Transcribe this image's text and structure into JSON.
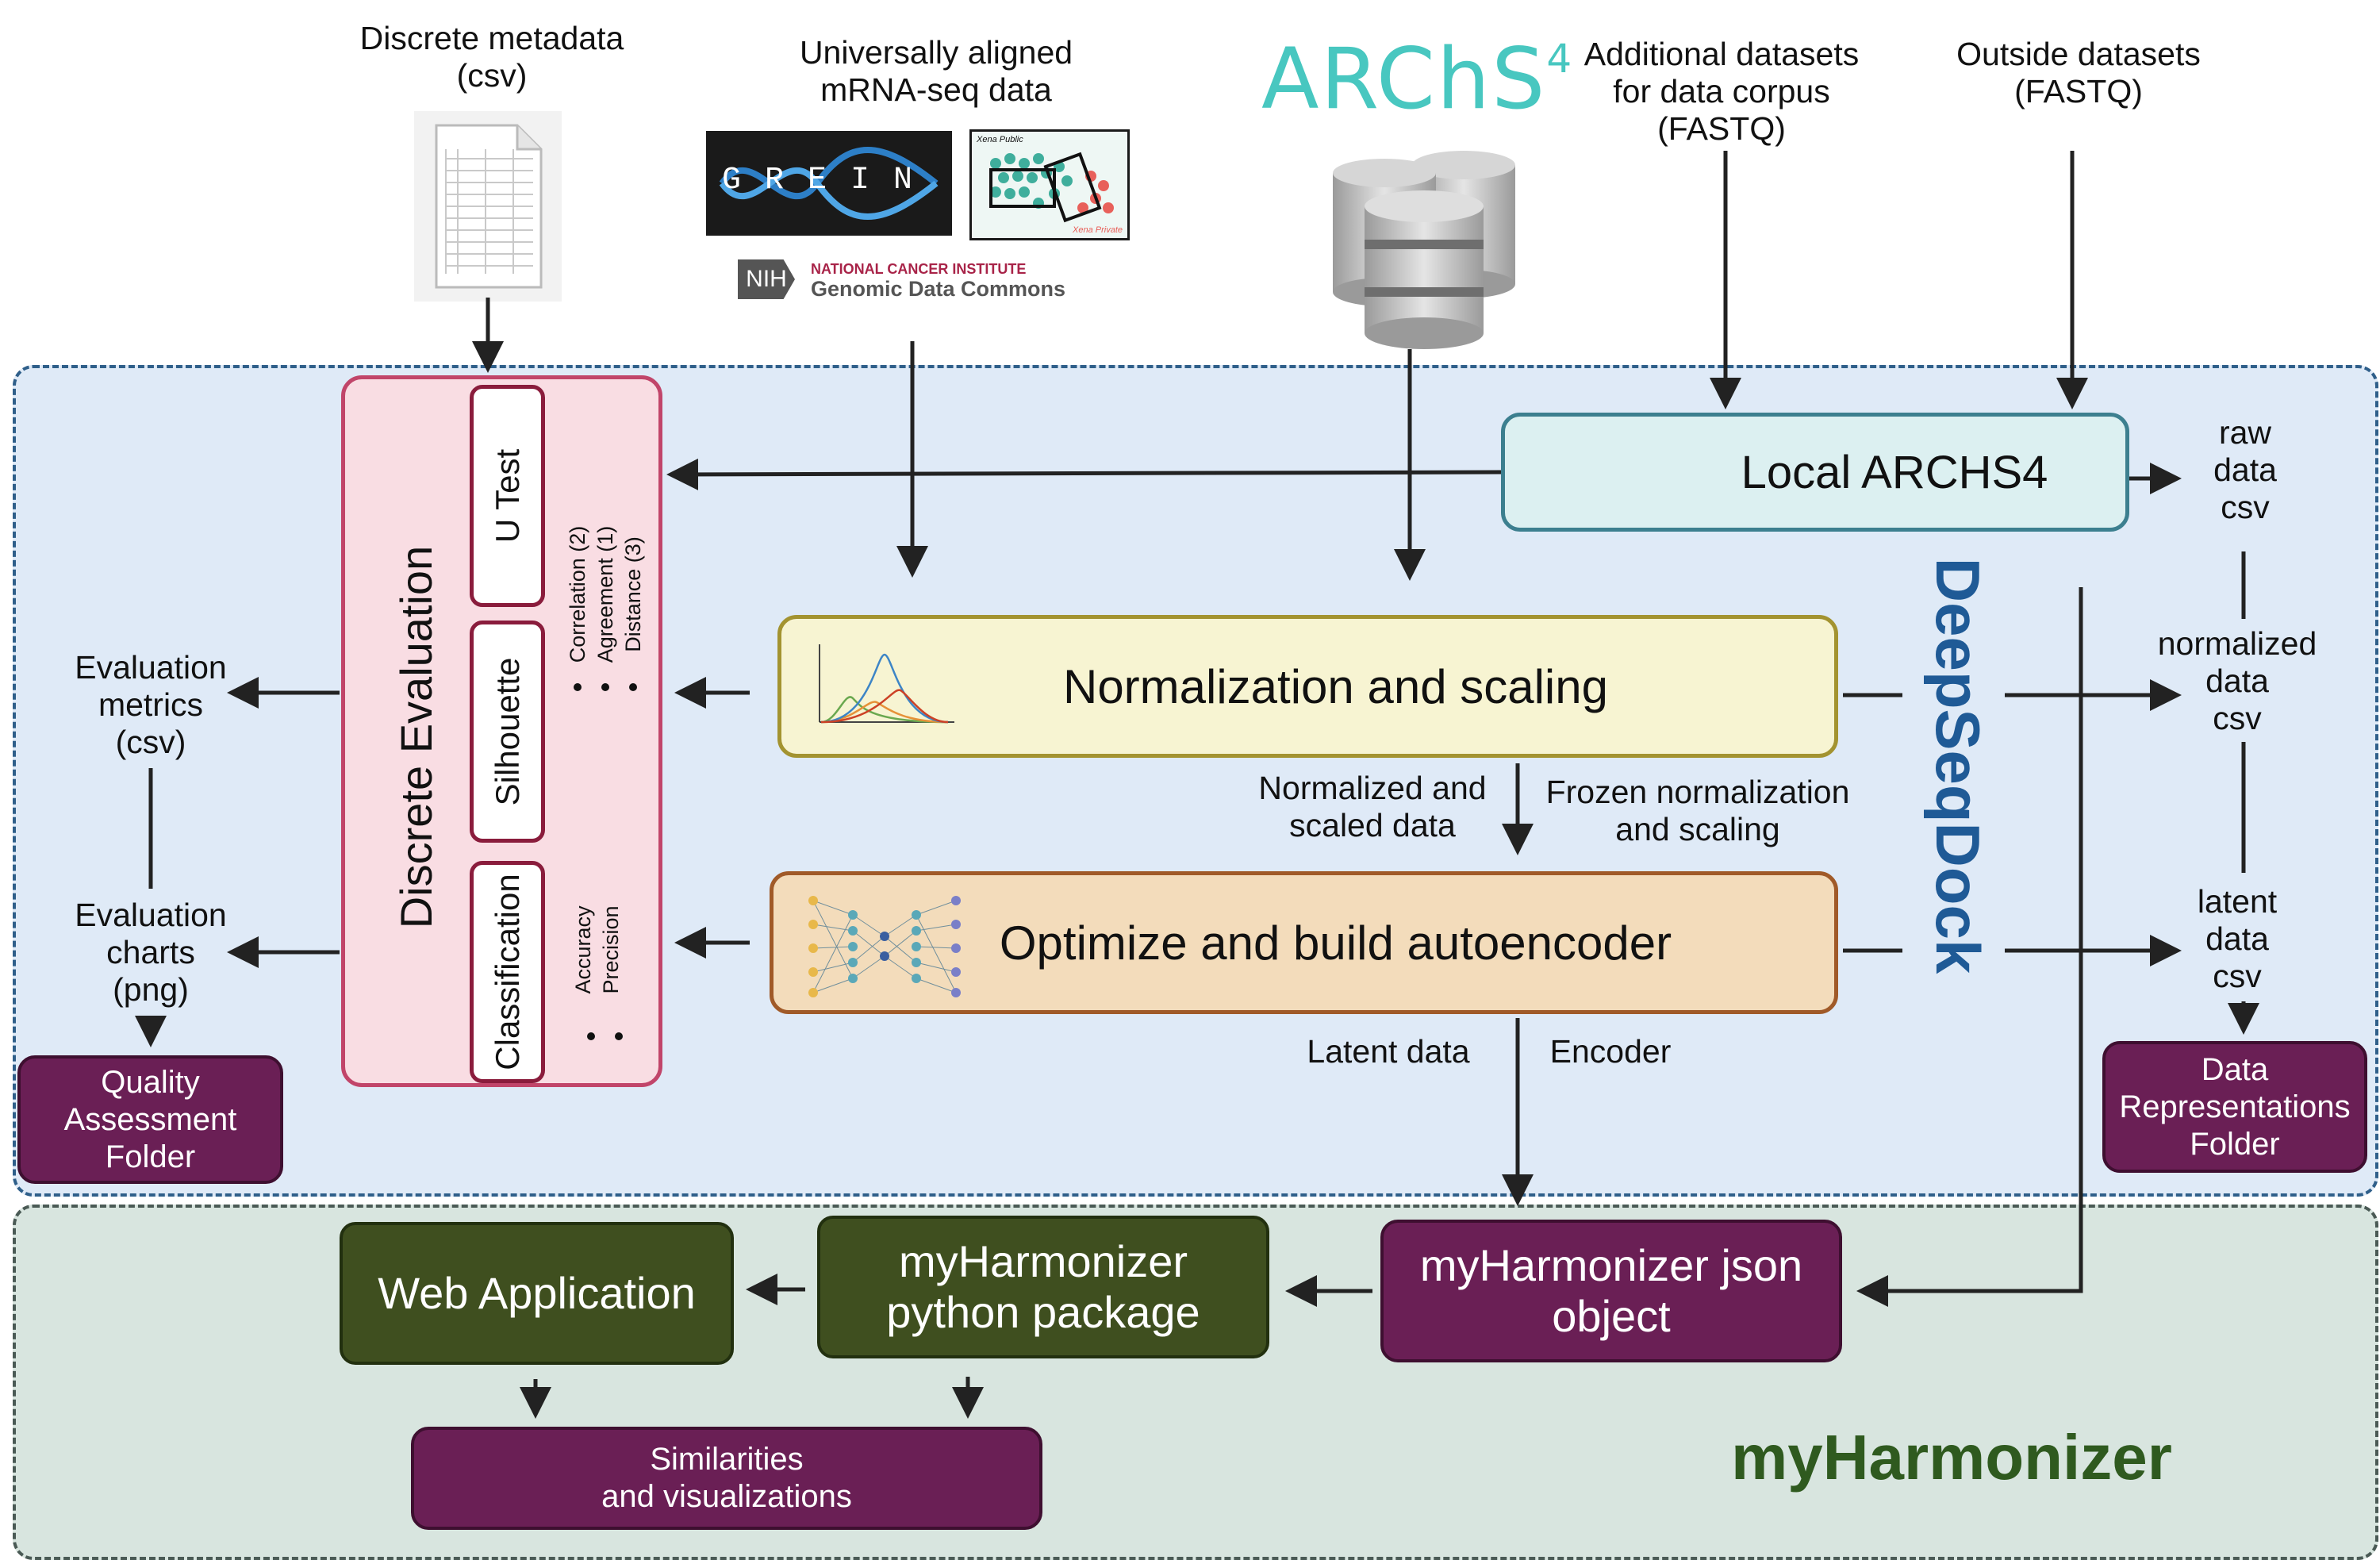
{
  "sources": {
    "metadata_label": "Discrete metadata\n(csv)",
    "mrna_label": "Universally aligned\nmRNA-seq data",
    "additional_label": "Additional datasets\nfor data corpus\n(FASTQ)",
    "outside_label": "Outside datasets\n(FASTQ)",
    "archs4_logo": "ARChS",
    "archs4_sup": "4",
    "grein_logo": "GREIN",
    "xena_top": "Xena Public",
    "xena_bottom": "Xena Private",
    "nih_badge": "NIH",
    "nci_line1": "NATIONAL CANCER INSTITUTE",
    "nci_line2": "Genomic Data Commons"
  },
  "deepseqdock": {
    "region_title": "DeepSeqDock",
    "local_archs4": "Local ARCHS4",
    "normalization": "Normalization and scaling",
    "autoencoder": "Optimize and build autoencoder",
    "normalized_data_label": "Normalized and\nscaled data",
    "frozen_label": "Frozen normalization\nand scaling",
    "latent_label": "Latent data",
    "encoder_label": "Encoder"
  },
  "evaluation": {
    "title": "Discrete Evaluation",
    "u_test": "U Test",
    "silhouette": "Silhouette",
    "classification": "Classification",
    "silhouette_metrics": [
      "Correlation (2)",
      "Agreement (1)",
      "Distance (3)"
    ],
    "classification_metrics": [
      "Accuracy",
      "Precision"
    ],
    "metrics_output": "Evaluation\nmetrics\n(csv)",
    "charts_output": "Evaluation\ncharts\n(png)",
    "quality_folder": "Quality\nAssessment\nFolder"
  },
  "outputs": {
    "raw": "raw\ndata\ncsv",
    "normalized": "normalized\ndata\ncsv",
    "latent": "latent\ndata\ncsv",
    "data_folder": "Data\nRepresentations\nFolder"
  },
  "myharmonizer": {
    "region_title": "myHarmonizer",
    "json_object": "myHarmonizer json\nobject",
    "python_package": "myHarmonizer\npython package",
    "web_app": "Web Application",
    "similarities": "Similarities\nand visualizations"
  },
  "colors": {
    "deepseq_bg": "#dfeaf7",
    "myharm_bg": "#d8e5df",
    "deepseq_title": "#1f5a96",
    "myharm_title": "#2f5a1f",
    "purple": "#6a1f55",
    "olive": "#3f4f1f"
  }
}
